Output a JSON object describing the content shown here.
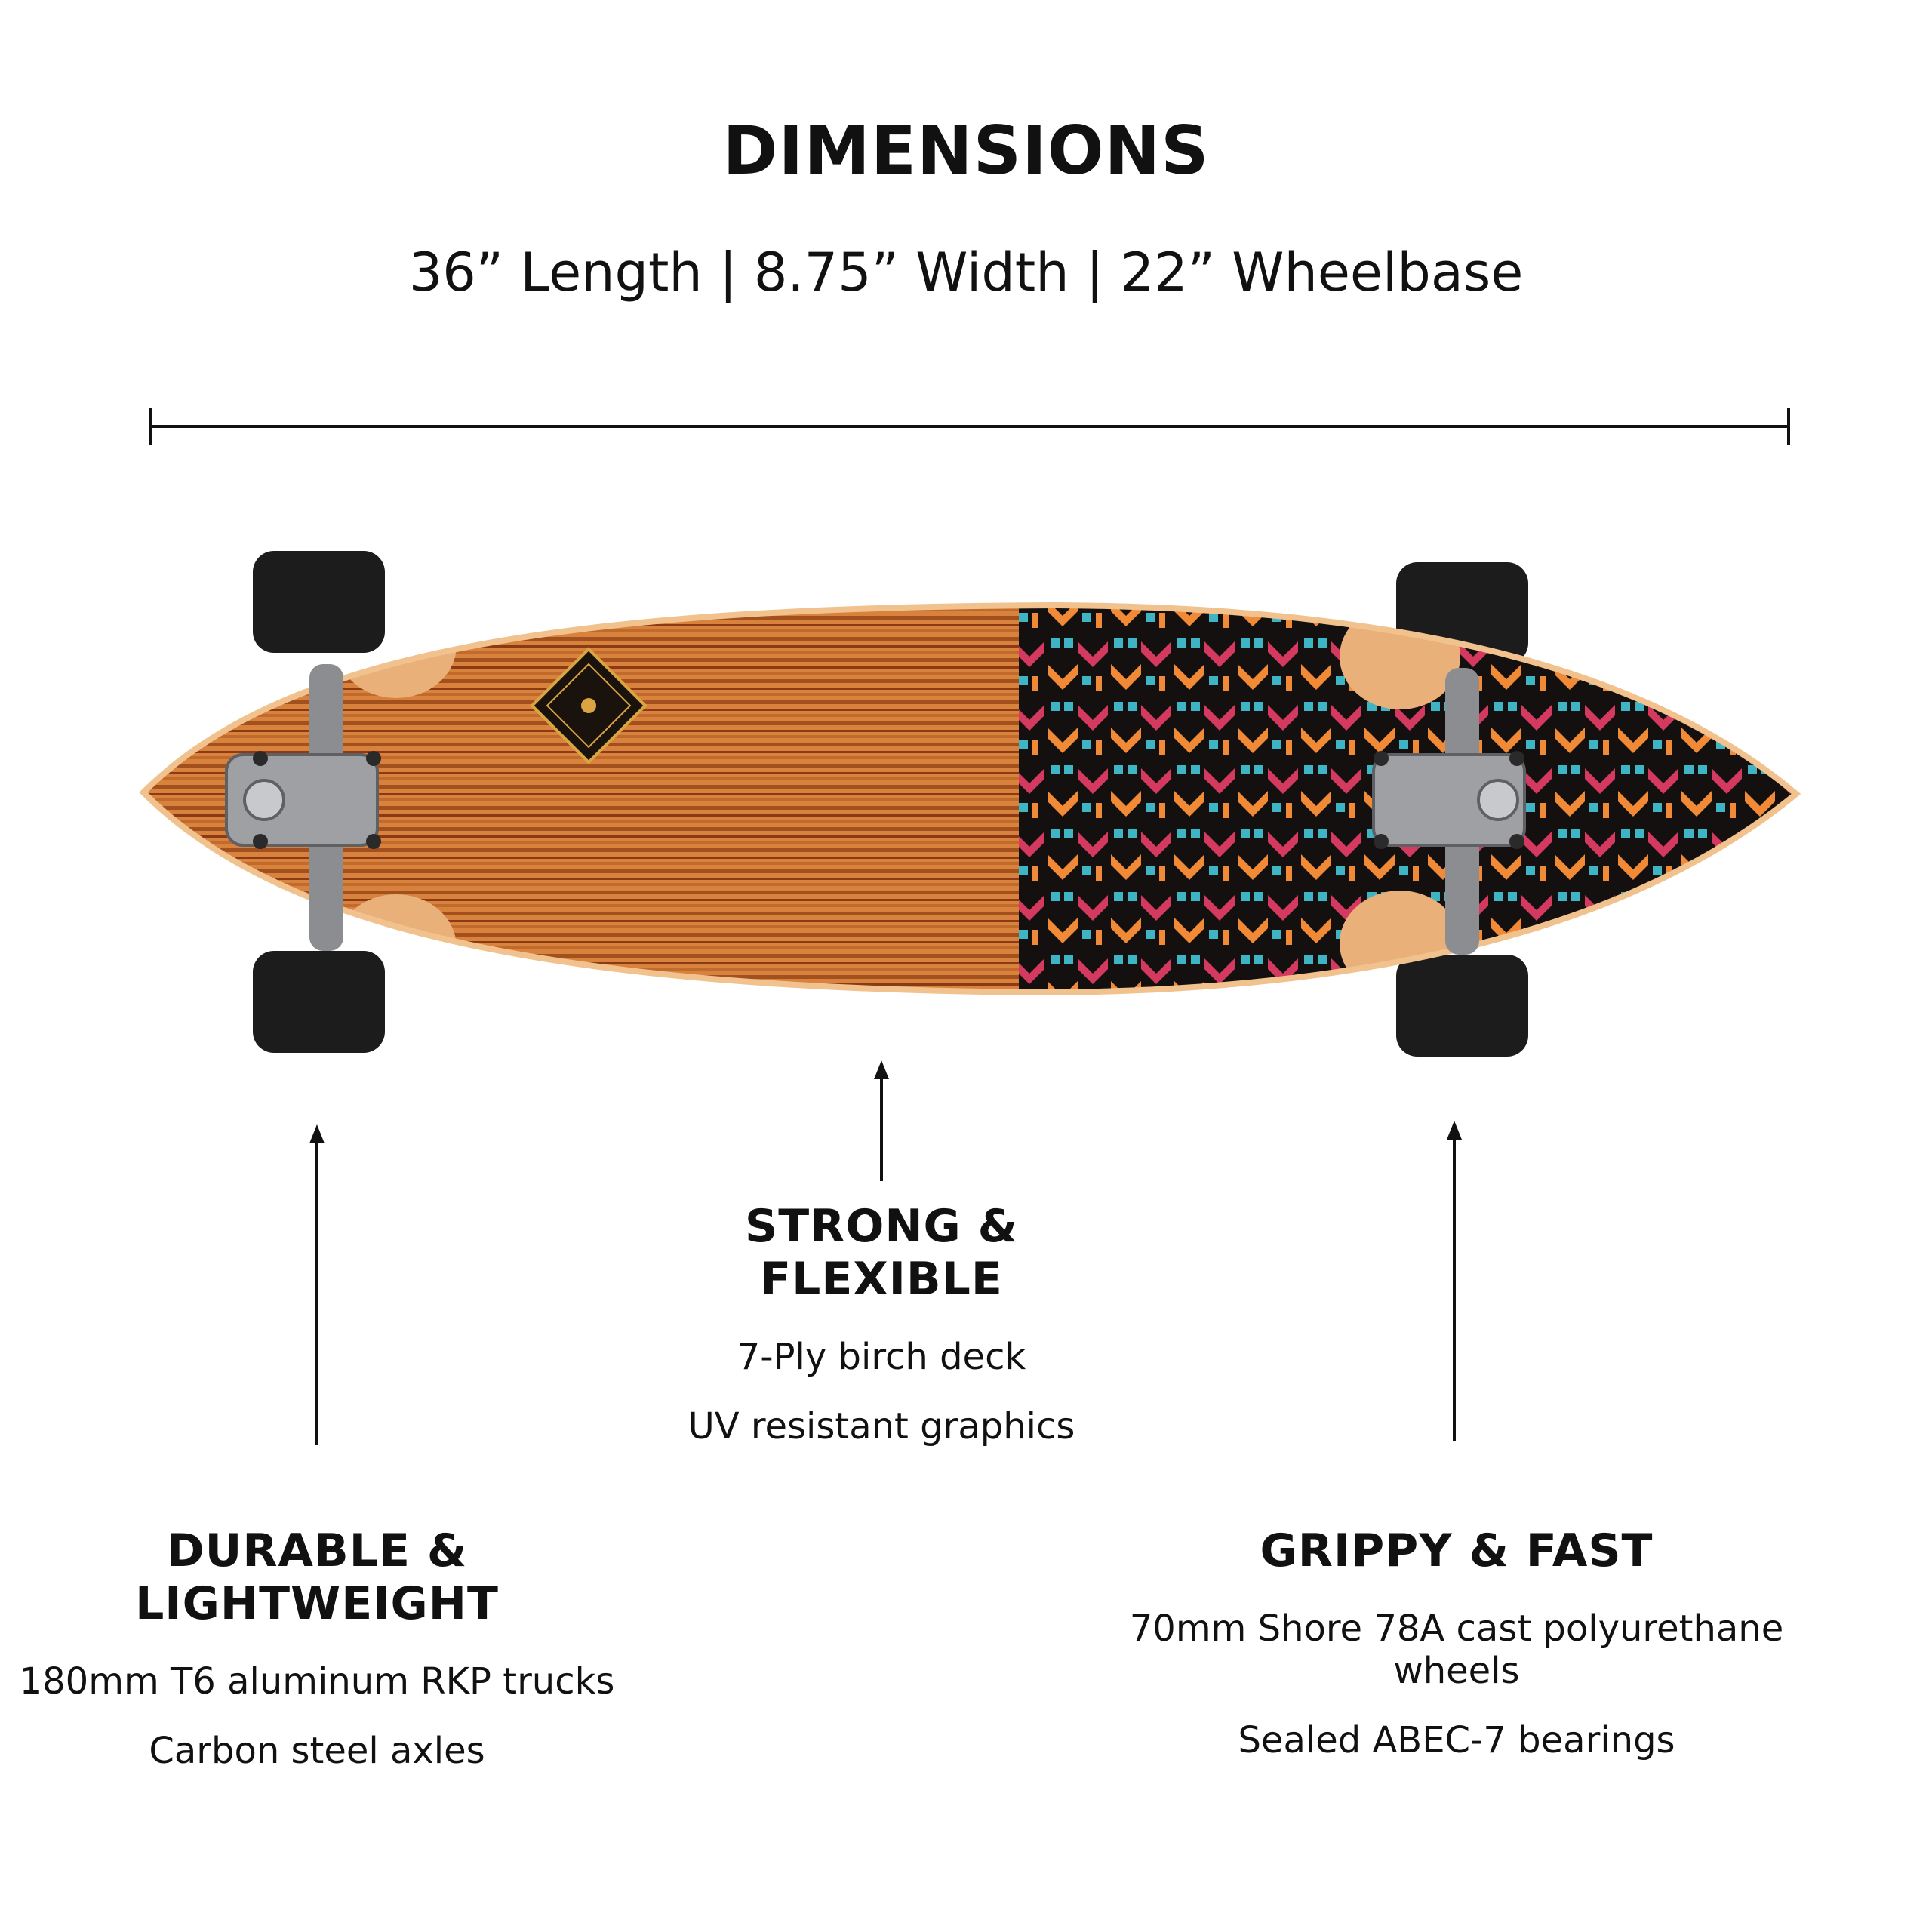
{
  "header": {
    "title": "DIMENSIONS",
    "dimensions": "36” Length | 8.75” Width | 22” Wheelbase"
  },
  "features": [
    {
      "title": "STRONG & FLEXIBLE",
      "lines": [
        "7-Ply birch deck",
        "UV resistant graphics"
      ]
    },
    {
      "title": "DURABLE & LIGHTWEIGHT",
      "lines": [
        "180mm T6 aluminum RKP trucks",
        "Carbon steel axles"
      ]
    },
    {
      "title": "GRIPPY & FAST",
      "lines": [
        "70mm Shore 78A cast polyurethane wheels",
        "Sealed ABEC-7  bearings"
      ]
    }
  ],
  "colors": {
    "wood_light": "#d9823e",
    "wood_dark": "#8a3a14",
    "pattern_black": "#141010",
    "pattern_pink": "#d4395f",
    "pattern_teal": "#3fb4c4",
    "pattern_orange": "#f08a36",
    "truck_metal": "#8b8d90",
    "wheel": "#1c1c1c"
  },
  "icons": {
    "logo": "diamond-brand-logo-icon",
    "arrows": "arrow-up-icon",
    "measure": "dimension-line-icon"
  }
}
